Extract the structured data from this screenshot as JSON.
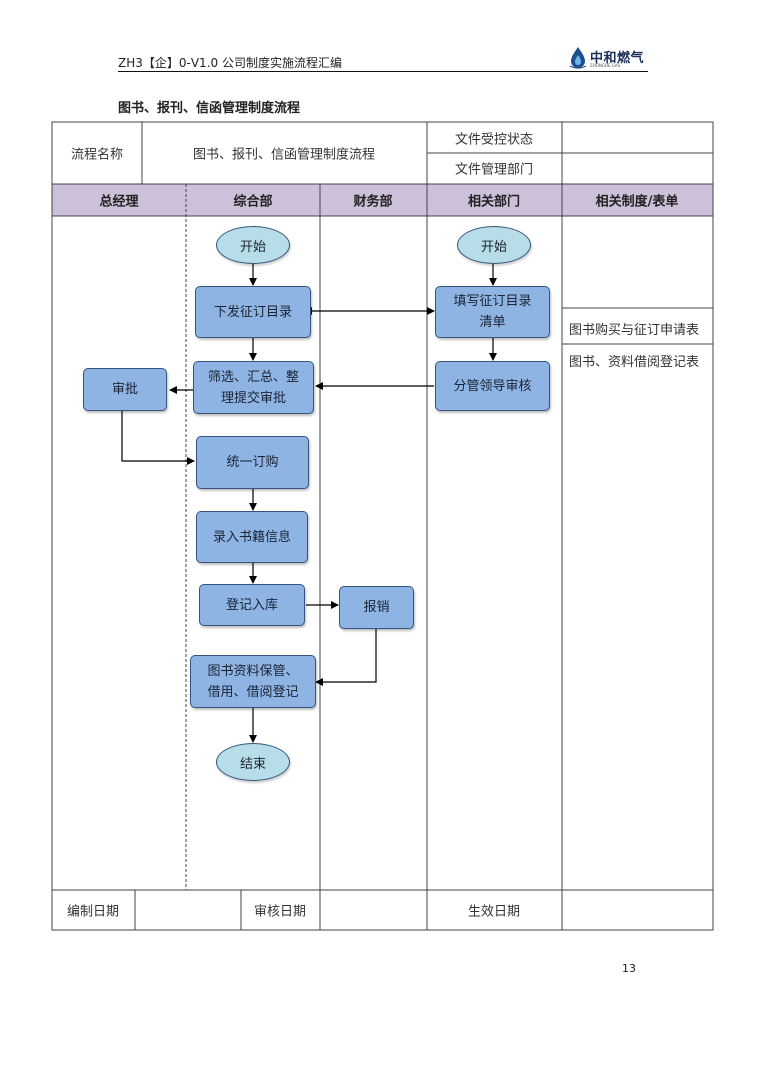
{
  "header": {
    "doc_code": "ZH3【企】0-V1.0 公司制度实施流程汇编",
    "logo_text": "中和燃气",
    "logo_subtext": "ZHONGHE GAS"
  },
  "document_title": "图书、报刊、信函管理制度流程",
  "info_table": {
    "process_name_label": "流程名称",
    "process_name_value": "图书、报刊、信函管理制度流程",
    "control_status_label": "文件受控状态",
    "control_status_value": "",
    "manage_dept_label": "文件管理部门",
    "manage_dept_value": ""
  },
  "columns": [
    "总经理",
    "综合部",
    "财务部",
    "相关部门",
    "相关制度/表单"
  ],
  "nodes": {
    "start_general": "开始",
    "issue_catalog": "下发征订目录",
    "screen_submit": "筛选、汇总、整\n理提交审批",
    "approve": "审批",
    "unified_purchase": "统一订购",
    "enter_info": "录入书籍信息",
    "register_stock": "登记入库",
    "reimburse": "报销",
    "keep_lend": "图书资料保管、\n借用、借阅登记",
    "end": "结束",
    "start_related": "开始",
    "fill_catalog": "填写征订目录\n清单",
    "leader_review": "分管领导审核"
  },
  "forms": [
    "图书购买与征订申请表",
    "图书、资料借阅登记表"
  ],
  "footer_row": {
    "compile_date_label": "编制日期",
    "compile_date_value": "",
    "review_date_label": "审核日期",
    "review_date_value": "",
    "effective_date_label": "生效日期",
    "effective_date_value": ""
  },
  "page_number": "13",
  "colors": {
    "header_row_fill": "#ccc0da",
    "process_box_fill": "#8eb4e3",
    "terminal_fill": "#b6dde8",
    "border": "#34557f"
  }
}
